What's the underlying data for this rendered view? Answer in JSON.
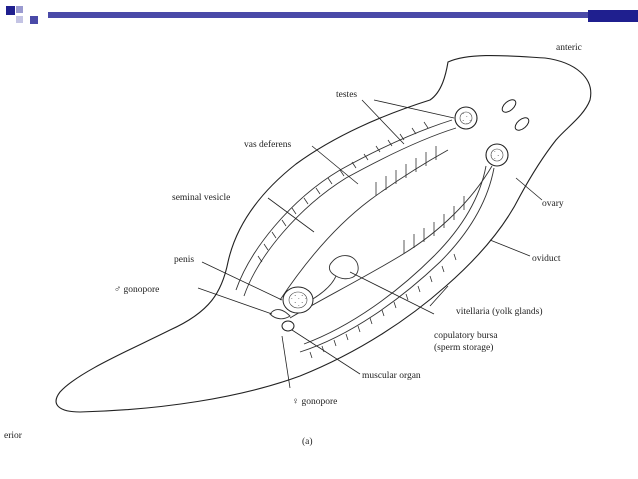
{
  "labels": {
    "anterior": "anteric",
    "posterior": "erior",
    "testes": "testes",
    "vas_deferens": "vas deferens",
    "seminal_vesicle": "seminal vesicle",
    "ovary": "ovary",
    "penis": "penis",
    "male_gonopore": "♂ gonopore",
    "oviduct": "oviduct",
    "vitellaria": "vitellaria (yolk glands)",
    "copulatory_bursa_1": "copulatory bursa",
    "copulatory_bursa_2": "(sperm storage)",
    "muscular_organ": "muscular organ",
    "female_gonopore": "♀ gonopore",
    "figure_letter": "(a)"
  },
  "colors": {
    "header_navy": "#1f1f8f",
    "header_blue": "#4a4aa8",
    "ink": "#222222"
  }
}
